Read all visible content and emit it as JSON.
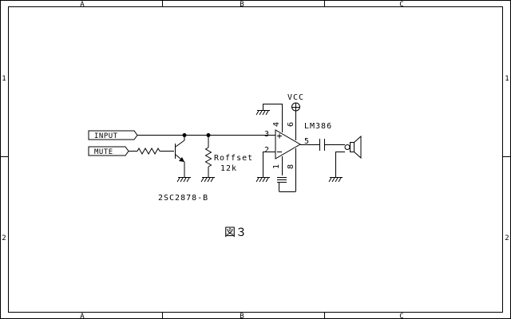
{
  "sheet": {
    "zones_top": [
      "A",
      "B",
      "C"
    ],
    "zones_bottom": [
      "A",
      "B",
      "C"
    ],
    "rows_left": [
      "1",
      "2"
    ],
    "rows_right": [
      "1",
      "2"
    ]
  },
  "ports": {
    "input": "INPUT",
    "mute": "MUTE"
  },
  "transistor": {
    "name": "2SC2878-B"
  },
  "resistor": {
    "name": "Roffset",
    "value": "12k"
  },
  "amplifier": {
    "name": "LM386",
    "supply": "VCC",
    "pins": {
      "p1": "1",
      "p2": "2",
      "p3": "3",
      "p4": "4",
      "p5": "5",
      "p6": "6",
      "p8": "8"
    }
  },
  "figure": {
    "caption": "図３"
  }
}
